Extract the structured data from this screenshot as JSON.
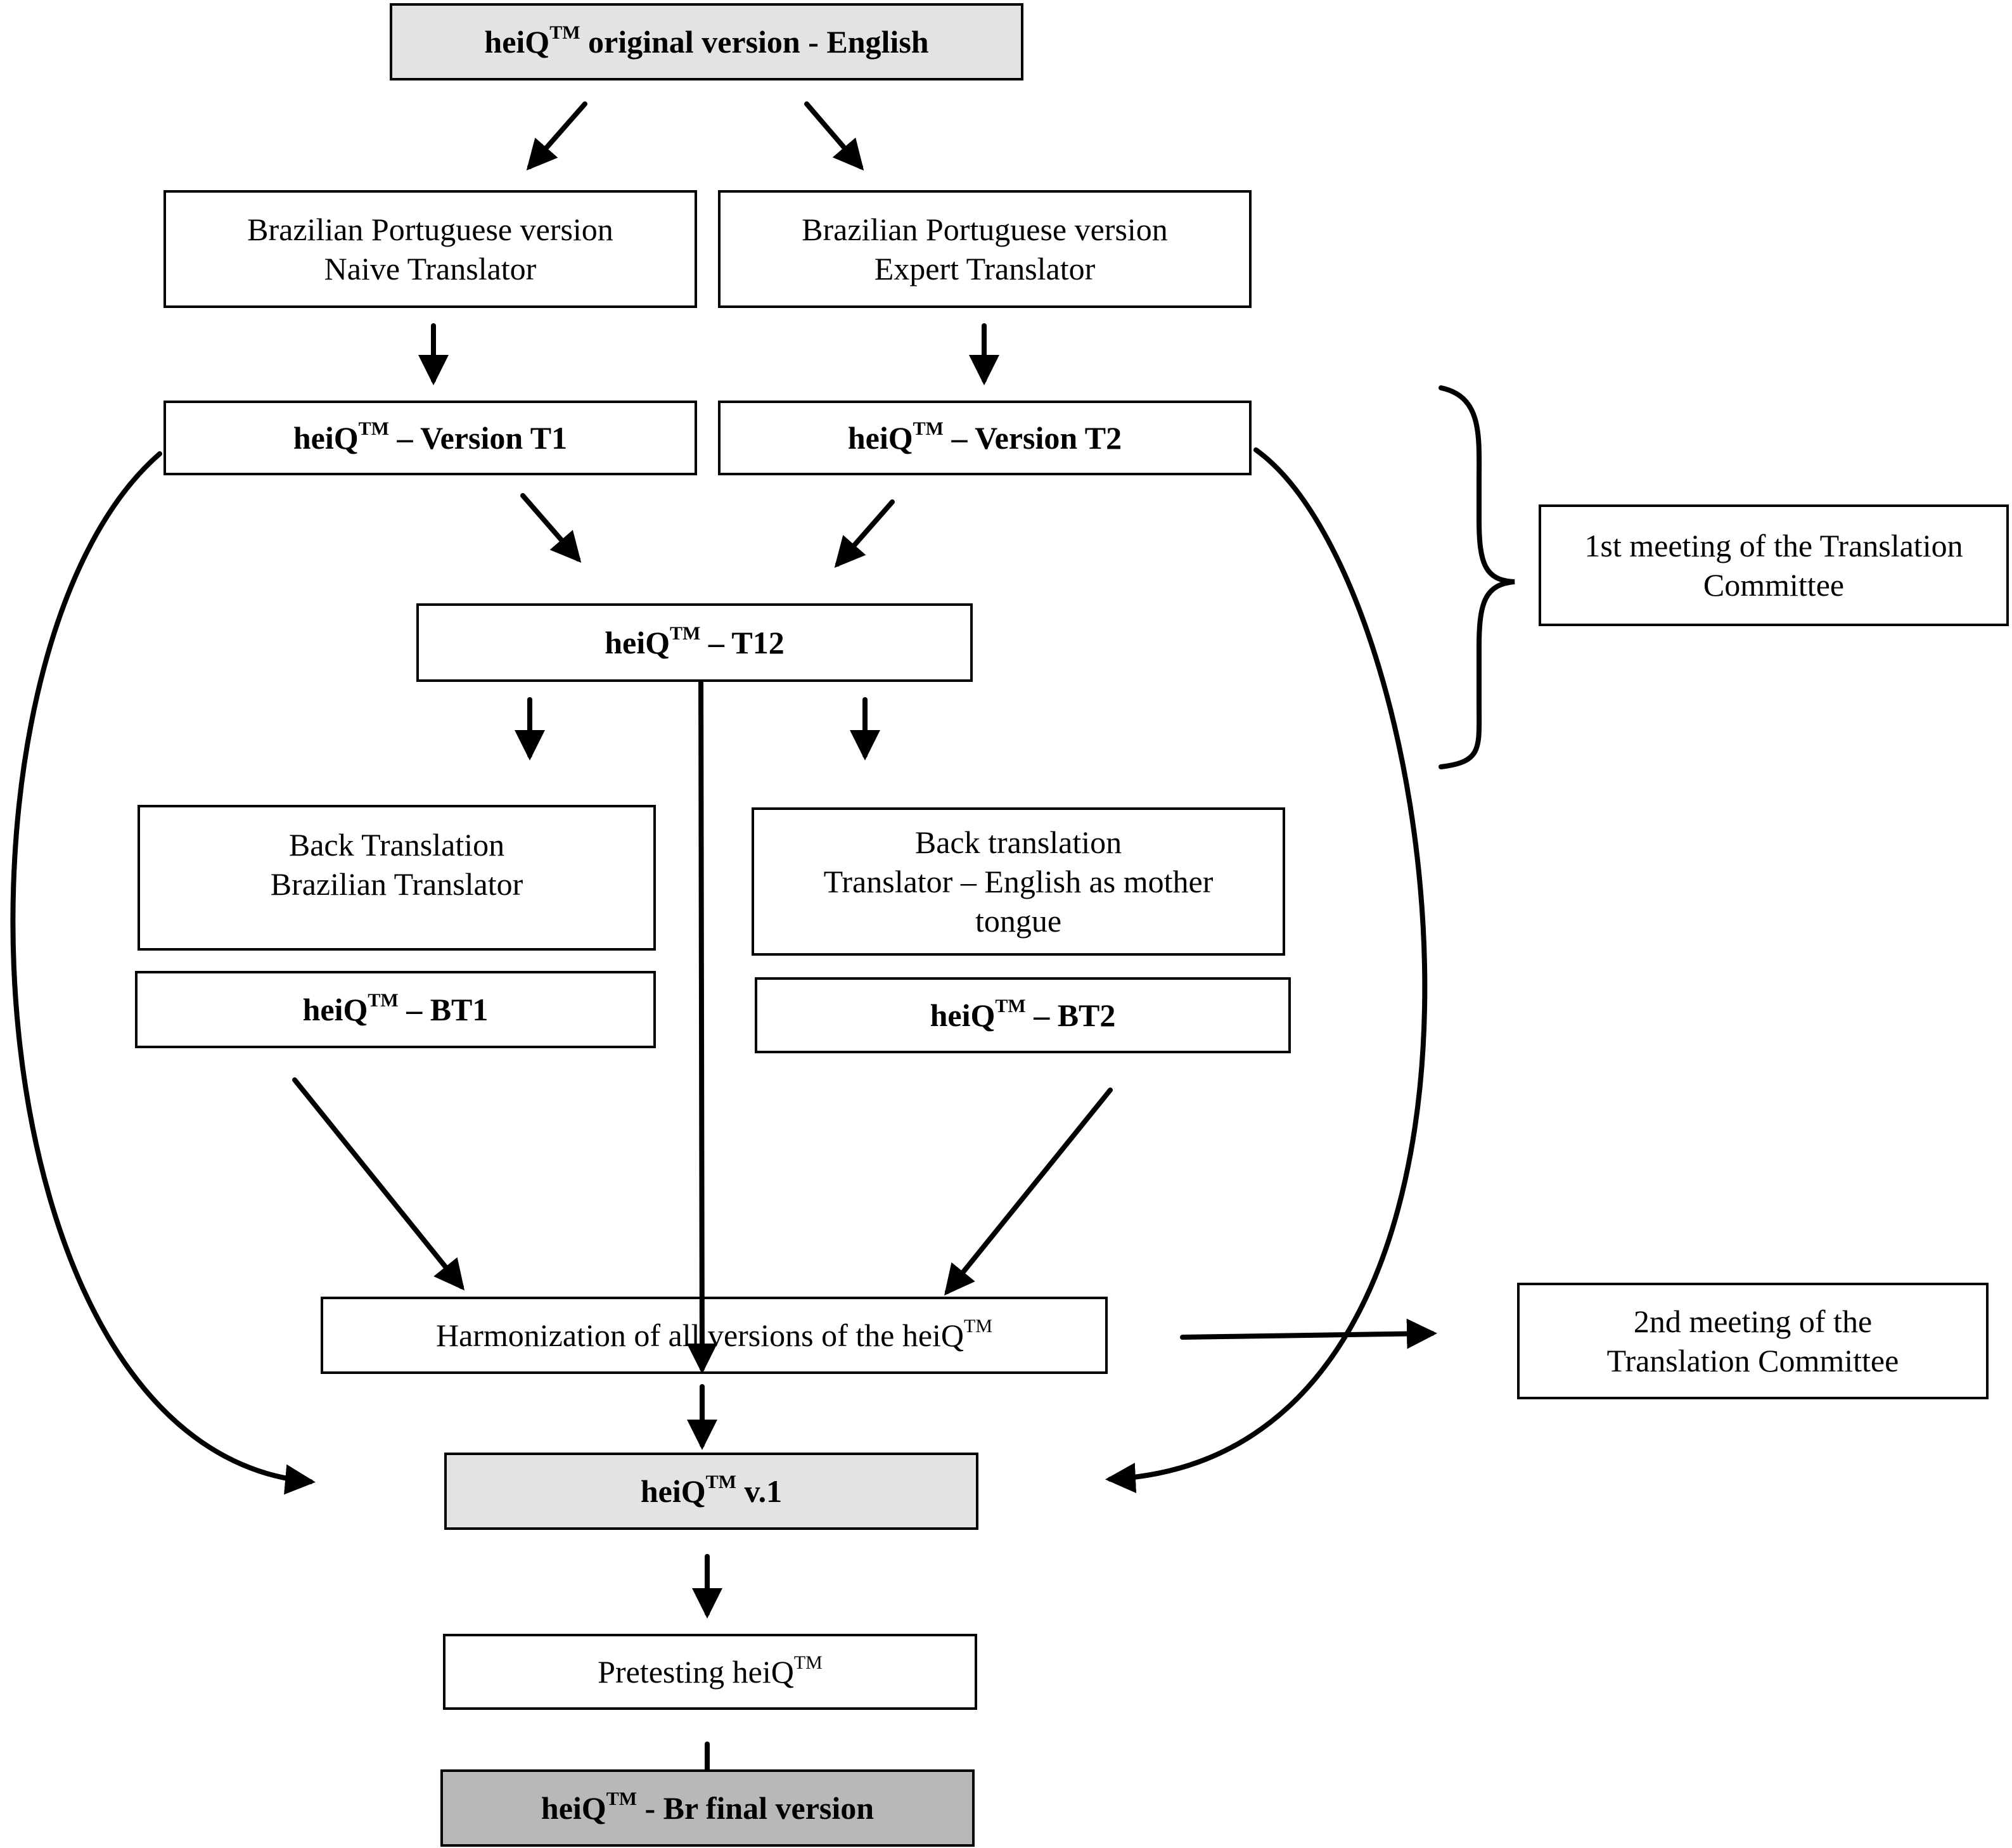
{
  "nodes": {
    "original": {
      "prefix": "heiQ",
      "sup": "TM",
      "suffix": " original version - English"
    },
    "pt_naive": {
      "line1": "Brazilian Portuguese version",
      "line2": "Naive Translator"
    },
    "pt_expert": {
      "line1": "Brazilian Portuguese version",
      "line2": "Expert Translator"
    },
    "t1": {
      "prefix": "heiQ",
      "sup": "TM",
      "suffix": " – Version T1"
    },
    "t2": {
      "prefix": "heiQ",
      "sup": "TM",
      "suffix": " – Version T2"
    },
    "t12": {
      "prefix": "heiQ",
      "sup": "TM",
      "suffix": " – T12"
    },
    "back_br": {
      "line1": "Back Translation",
      "line2": "Brazilian Translator"
    },
    "back_en": {
      "line1": "Back translation",
      "line2": "Translator – English as mother",
      "line3": "tongue"
    },
    "bt1": {
      "prefix": "heiQ",
      "sup": "TM",
      "suffix": " – BT1"
    },
    "bt2": {
      "prefix": "heiQ",
      "sup": "TM",
      "suffix": " – BT2"
    },
    "harmonization": {
      "prefix": "Harmonization of all versions of the heiQ",
      "sup": "TM"
    },
    "v1": {
      "prefix": "heiQ",
      "sup": "TM",
      "suffix": " v.1"
    },
    "pretest": {
      "prefix": "Pretesting heiQ",
      "sup": "TM"
    },
    "final": {
      "prefix": "heiQ",
      "sup": "TM",
      "suffix": " - Br final version"
    },
    "meeting1": {
      "line1": "1st meeting of the Translation",
      "line2": "Committee"
    },
    "meeting2": {
      "line1": "2nd meeting of the",
      "line2": "Translation Committee"
    }
  },
  "colors": {
    "line": "#000000",
    "box_border": "#000000",
    "box_fill": "#ffffff",
    "light_fill": "#e3e3e3",
    "dark_fill": "#b8b8b8"
  }
}
